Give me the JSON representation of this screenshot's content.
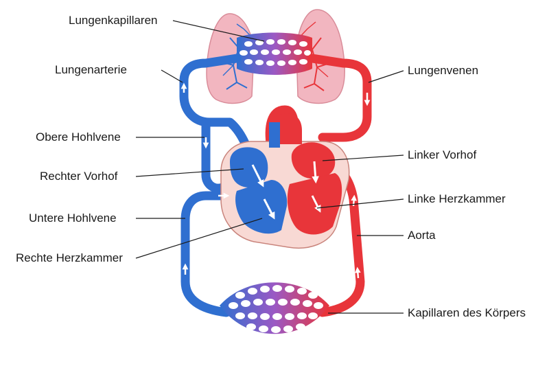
{
  "labels": {
    "lungenkapillaren": "Lungenkapillaren",
    "lungenarterie": "Lungenarterie",
    "obere_hohlvene": "Obere Hohlvene",
    "rechter_vorhof": "Rechter Vorhof",
    "untere_hohlvene": "Untere Hohlvene",
    "rechte_herzkammer": "Rechte Herzkammer",
    "lungenvenen": "Lungenvenen",
    "linker_vorhof": "Linker Vorhof",
    "linke_herzkammer": "Linke Herzkammer",
    "aorta": "Aorta",
    "kapillaren_koerper": "Kapillaren des Körpers"
  },
  "colors": {
    "deoxygenated": "#2f6fd0",
    "oxygenated": "#e8353a",
    "lung": "#f2b6c0",
    "pericardium": "#f8d9d4",
    "leader_line": "#1a1a1a"
  }
}
